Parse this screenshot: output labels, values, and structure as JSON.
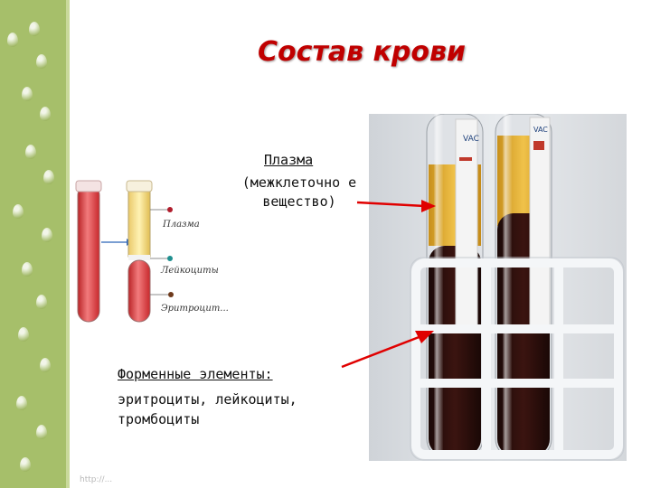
{
  "title": "Состав крови",
  "plasma": {
    "title": "Плазма",
    "description": "(межклеточно е вещество)"
  },
  "formed_elements": {
    "title": "Форменные элементы:",
    "description": "эритроциты, лейкоциты, тромбоциты"
  },
  "diagram_labels": {
    "plasma": "Плазма",
    "leukocytes": "Лейкоциты",
    "erythrocytes": "Эритроцит..."
  },
  "photo_marks": {
    "tube_label_a": "VAC",
    "tube_label_b": "VAC"
  },
  "footer_url": "http://...",
  "colors": {
    "title": "#c00000",
    "sidebar": "#a6bf6a",
    "arrow": "#e00000"
  }
}
